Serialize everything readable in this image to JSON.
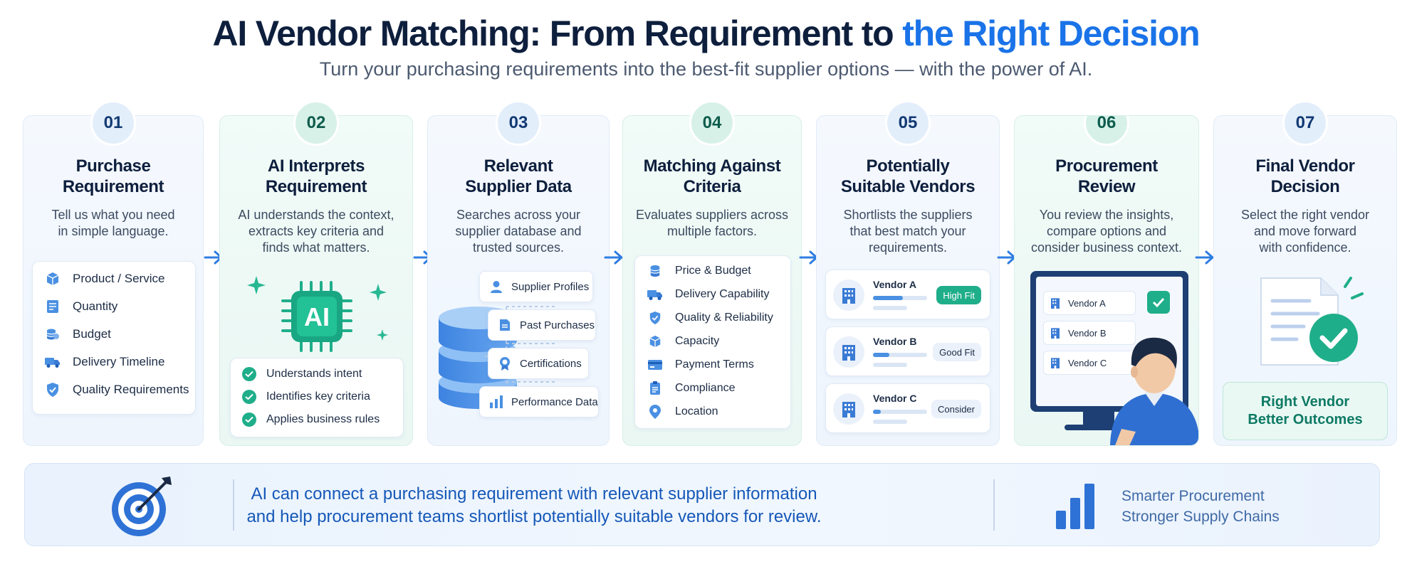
{
  "header": {
    "title_main": "AI Vendor Matching: From Requirement to",
    "title_highlight": "the Right Decision",
    "subtitle": "Turn your purchasing requirements into the best-fit supplier options — with the power of AI."
  },
  "colors": {
    "accent_blue": "#1a73e8",
    "accent_green": "#1fae8a",
    "dark_navy": "#0e1f3d"
  },
  "steps": [
    {
      "num": "01",
      "title_l1": "Purchase",
      "title_l2": "Requirement",
      "desc_l1": "Tell us what you need",
      "desc_l2": "in simple language.",
      "items": [
        {
          "icon": "box-icon",
          "label": "Product / Service"
        },
        {
          "icon": "list-icon",
          "label": "Quantity"
        },
        {
          "icon": "coins-icon",
          "label": "Budget"
        },
        {
          "icon": "truck-icon",
          "label": "Delivery Timeline"
        },
        {
          "icon": "shield-check-icon",
          "label": "Quality Requirements"
        }
      ]
    },
    {
      "num": "02",
      "title_l1": "AI Interprets",
      "title_l2": "Requirement",
      "desc_l1": "AI understands the context,",
      "desc_l2": "extracts key criteria and",
      "desc_l3": "finds what matters.",
      "chip_label": "AI",
      "checks": [
        "Understands intent",
        "Identifies key criteria",
        "Applies business rules"
      ]
    },
    {
      "num": "03",
      "title_l1": "Relevant",
      "title_l2": "Supplier Data",
      "desc_l1": "Searches across your",
      "desc_l2": "supplier database and",
      "desc_l3": "trusted sources.",
      "sources": [
        {
          "icon": "user-icon",
          "label": "Supplier Profiles"
        },
        {
          "icon": "document-icon",
          "label": "Past Purchases"
        },
        {
          "icon": "certificate-icon",
          "label": "Certifications"
        },
        {
          "icon": "bar-chart-icon",
          "label": "Performance Data"
        }
      ]
    },
    {
      "num": "04",
      "title_l1": "Matching Against",
      "title_l2": "Criteria",
      "desc_l1": "Evaluates suppliers across",
      "desc_l2": "multiple factors.",
      "factors": [
        {
          "icon": "coins-icon",
          "label": "Price & Budget"
        },
        {
          "icon": "truck-icon",
          "label": "Delivery Capability"
        },
        {
          "icon": "shield-check-icon",
          "label": "Quality & Reliability"
        },
        {
          "icon": "box-icon",
          "label": "Capacity"
        },
        {
          "icon": "card-icon",
          "label": "Payment Terms"
        },
        {
          "icon": "clipboard-icon",
          "label": "Compliance"
        },
        {
          "icon": "location-pin-icon",
          "label": "Location"
        }
      ]
    },
    {
      "num": "05",
      "title_l1": "Potentially",
      "title_l2": "Suitable Vendors",
      "desc_l1": "Shortlists the suppliers",
      "desc_l2": "that best match your",
      "desc_l3": "requirements.",
      "vendors": [
        {
          "name": "Vendor A",
          "fit": "High Fit",
          "score": 0.55,
          "badge_bg": "#1fae8a",
          "badge_fg": "#ffffff"
        },
        {
          "name": "Vendor B",
          "fit": "Good Fit",
          "score": 0.3,
          "badge_bg": "#eaf1fb",
          "badge_fg": "#1c2c45"
        },
        {
          "name": "Vendor C",
          "fit": "Consider",
          "score": 0.15,
          "badge_bg": "#eaf1fb",
          "badge_fg": "#1c2c45"
        }
      ]
    },
    {
      "num": "06",
      "title_l1": "Procurement",
      "title_l2": "Review",
      "desc_l1": "You review the insights,",
      "desc_l2": "compare options and",
      "desc_l3": "consider business context.",
      "screen_vendors": [
        "Vendor A",
        "Vendor B",
        "Vendor C"
      ]
    },
    {
      "num": "07",
      "title_l1": "Final Vendor",
      "title_l2": "Decision",
      "desc_l1": "Select the right vendor",
      "desc_l2": "and move forward",
      "desc_l3": "with confidence.",
      "outcome_l1": "Right Vendor",
      "outcome_l2": "Better Outcomes"
    }
  ],
  "banner": {
    "message_l1": "AI can connect a purchasing requirement with relevant supplier information",
    "message_l2": "and help procurement teams shortlist potentially suitable vendors for review.",
    "side_l1": "Smarter Procurement",
    "side_l2": "Stronger Supply Chains"
  }
}
